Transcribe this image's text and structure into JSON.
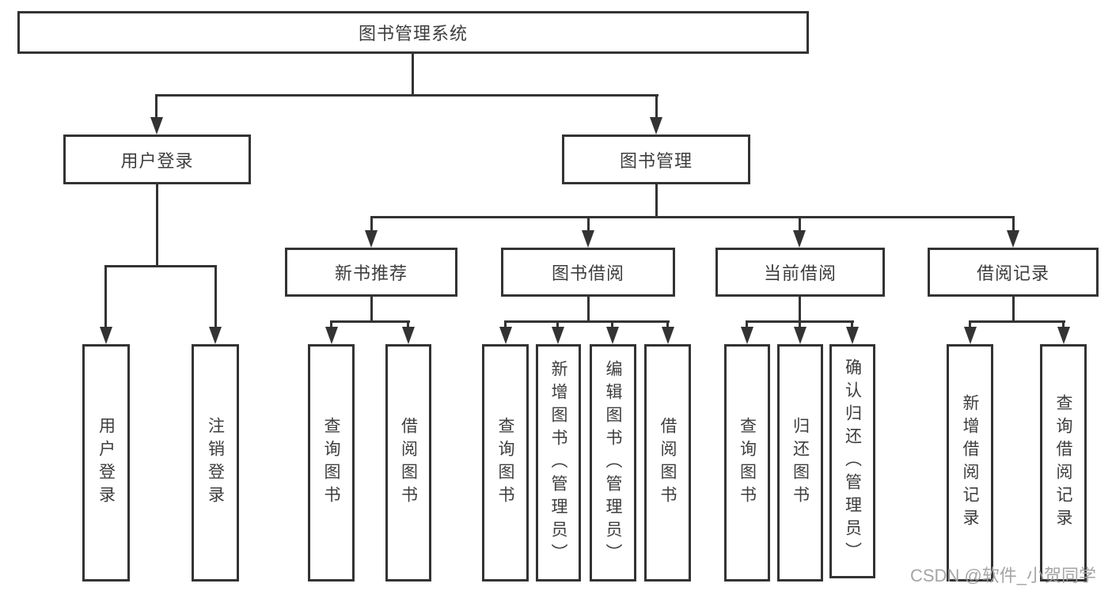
{
  "diagram": {
    "title": "图书管理系统",
    "branches": [
      {
        "label": "用户登录",
        "children": [
          {
            "label": "用户登录"
          },
          {
            "label": "注销登录"
          }
        ]
      },
      {
        "label": "图书管理",
        "children": [
          {
            "label": "新书推荐",
            "children": [
              {
                "label": "查询图书"
              },
              {
                "label": "借阅图书"
              }
            ]
          },
          {
            "label": "图书借阅",
            "children": [
              {
                "label": "查询图书"
              },
              {
                "label": "新增图书（管理员）"
              },
              {
                "label": "编辑图书（管理员）"
              },
              {
                "label": "借阅图书"
              }
            ]
          },
          {
            "label": "当前借阅",
            "children": [
              {
                "label": "查询图书"
              },
              {
                "label": "归还图书"
              },
              {
                "label": "确认归还（管理员）"
              }
            ]
          },
          {
            "label": "借阅记录",
            "children": [
              {
                "label": "新增借阅记录"
              },
              {
                "label": "查询借阅记录"
              }
            ]
          }
        ]
      }
    ]
  },
  "watermark": {
    "text": "CSDN @软件_小贺同学"
  }
}
